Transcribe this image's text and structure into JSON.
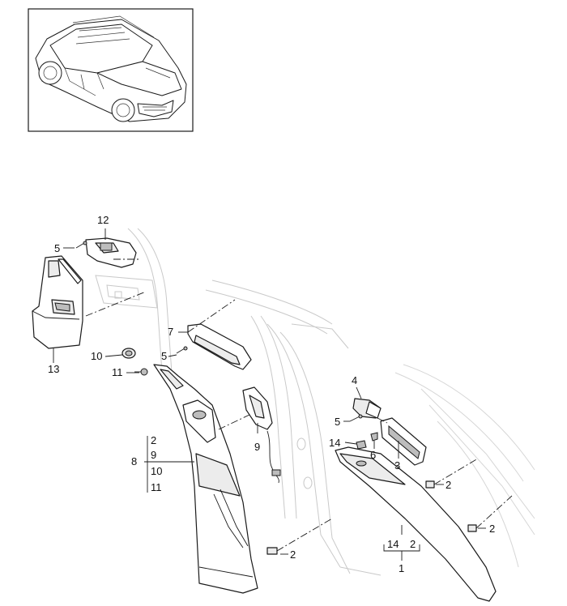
{
  "callouts": {
    "c1": "1",
    "c2a": "2",
    "c2b": "2",
    "c2c": "2",
    "c2d": "2",
    "c3": "3",
    "c4": "4",
    "c5a": "5",
    "c5b": "5",
    "c5c": "5",
    "c6": "6",
    "c7": "7",
    "c8": "8",
    "c9": "9",
    "c10": "10",
    "c11": "11",
    "c12": "12",
    "c13": "13",
    "c14a": "14",
    "group8": [
      "2",
      "9",
      "10",
      "11"
    ],
    "group1": [
      "14",
      "2"
    ]
  }
}
